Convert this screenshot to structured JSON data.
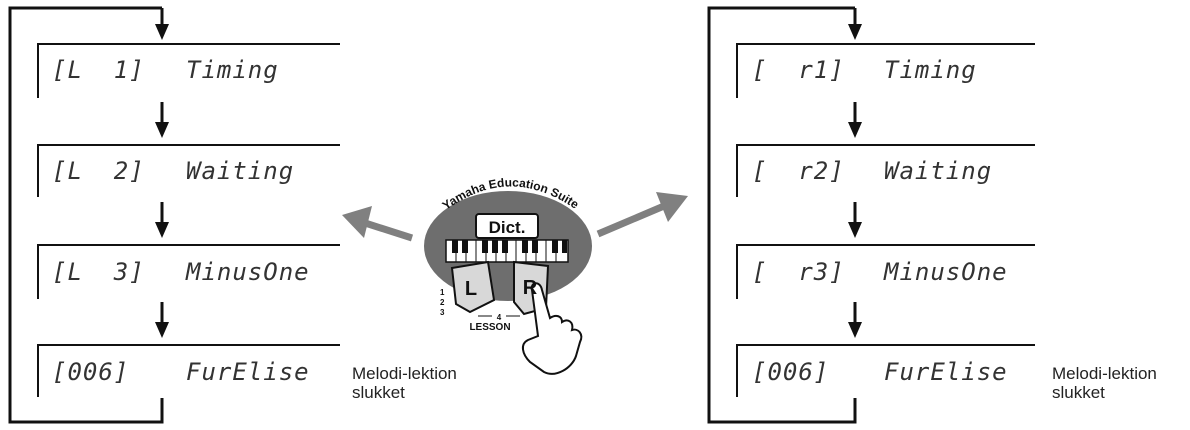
{
  "left_panel": {
    "rows": [
      {
        "code": "[L  1]",
        "name": "Timing"
      },
      {
        "code": "[L  2]",
        "name": "Waiting"
      },
      {
        "code": "[L  3]",
        "name": "MinusOne"
      },
      {
        "code": "[006]",
        "name": "FurElise"
      }
    ],
    "caption_line1": "Melodi-lektion",
    "caption_line2": "slukket"
  },
  "right_panel": {
    "rows": [
      {
        "code": "[  r1]",
        "name": "Timing"
      },
      {
        "code": "[  r2]",
        "name": "Waiting"
      },
      {
        "code": "[  r3]",
        "name": "MinusOne"
      },
      {
        "code": "[006]",
        "name": "FurElise"
      }
    ],
    "caption_line1": "Melodi-lektion",
    "caption_line2": "slukket"
  },
  "keyboard_panel": {
    "suite_title": "Yamaha Education Suite",
    "dict_label": "Dict.",
    "left_button": "L",
    "right_button": "R",
    "lesson_label": "LESSON",
    "lesson_number": "4",
    "step_numbers": [
      "1",
      "2",
      "3"
    ]
  },
  "colors": {
    "line": "#111111",
    "lcd_text": "#333333",
    "oval": "#6e6e6e",
    "arrow_gray": "#808080"
  }
}
